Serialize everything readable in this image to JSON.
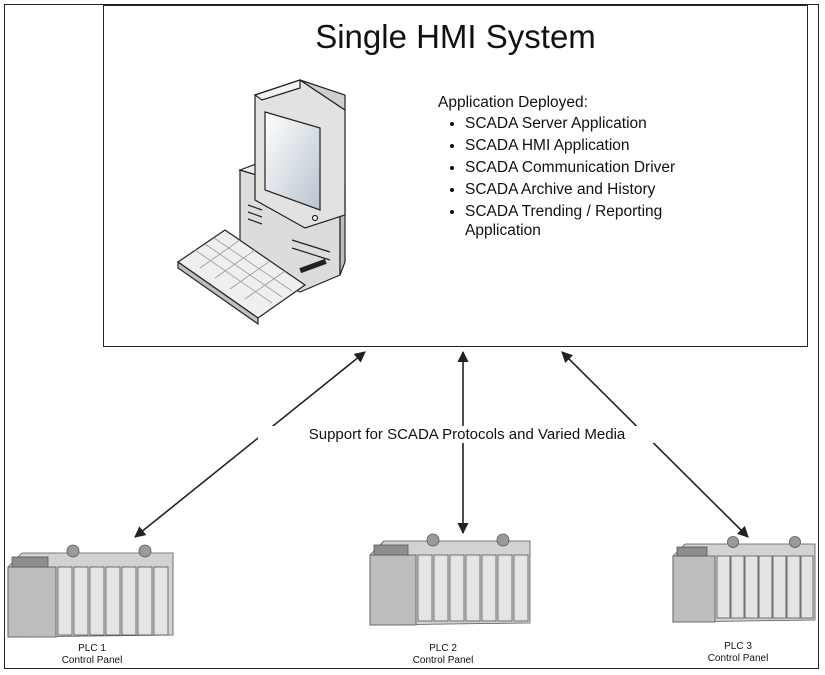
{
  "hmi": {
    "title": "Single HMI System",
    "apps_heading": "Application Deployed:",
    "apps": [
      {
        "label": "SCADA Server Application"
      },
      {
        "label": "SCADA HMI Application"
      },
      {
        "label": "SCADA Communication Driver"
      },
      {
        "label": "SCADA Archive and History"
      },
      {
        "label": "SCADA Trending / Reporting Application"
      }
    ]
  },
  "link_label": "Support for SCADA Protocols and Varied Media",
  "plcs": [
    {
      "name": "PLC 1",
      "caption": "Control Panel"
    },
    {
      "name": "PLC 2",
      "caption": "Control Panel"
    },
    {
      "name": "PLC 3",
      "caption": "Control Panel"
    }
  ],
  "colors": {
    "line": "#222222",
    "monitor": "#dcdcdc",
    "screen": "#cfd8e0",
    "plc": "#c9c9c9"
  }
}
